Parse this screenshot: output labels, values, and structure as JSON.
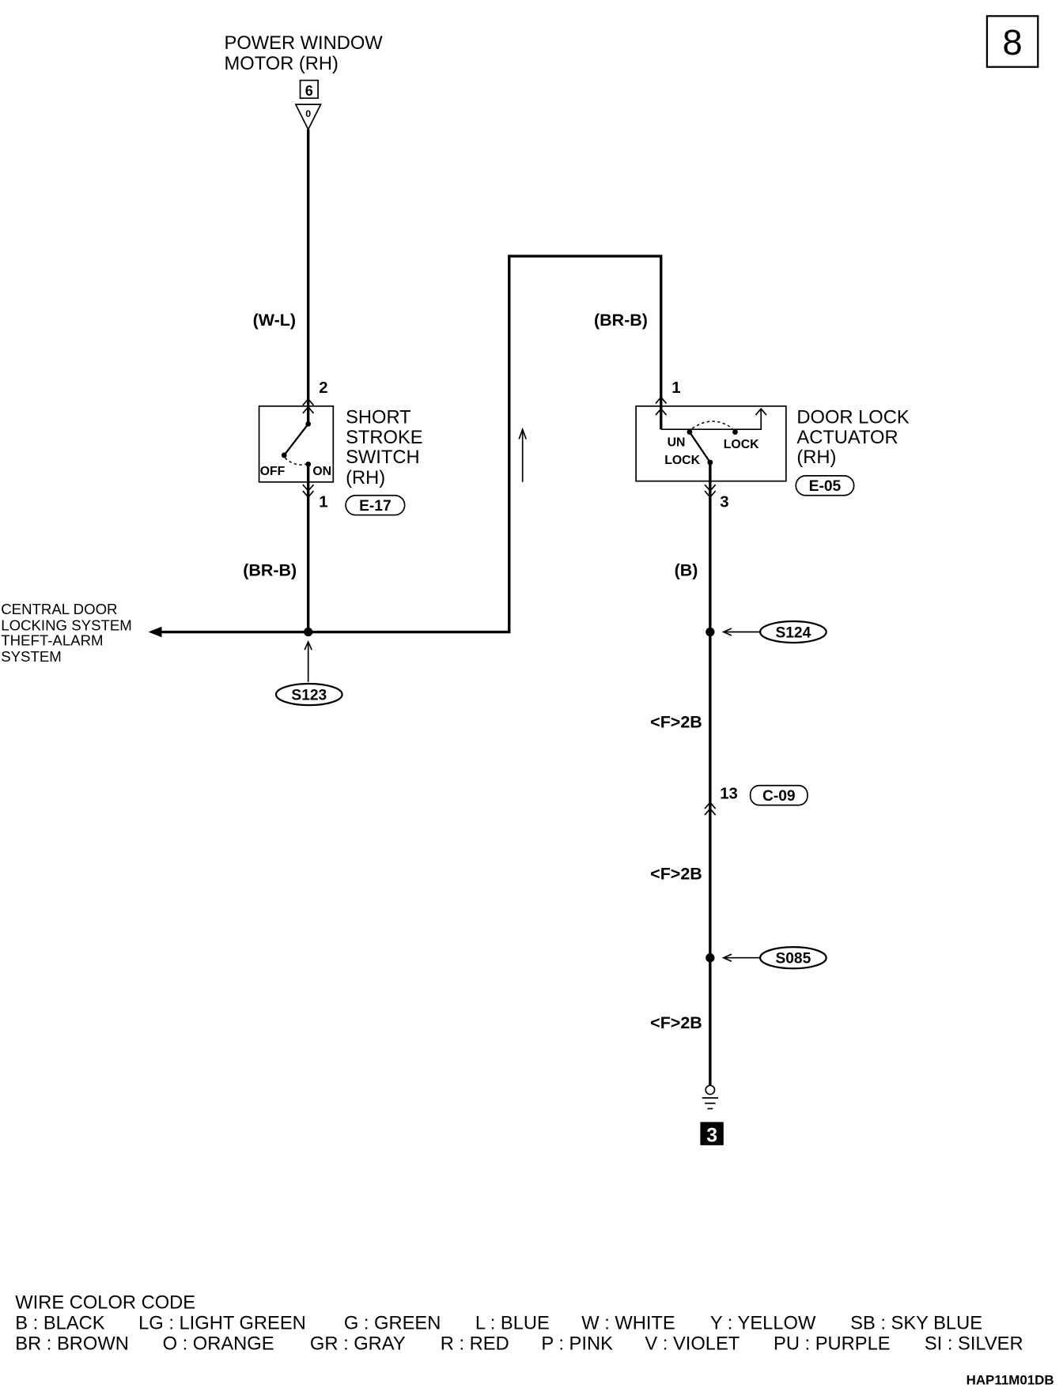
{
  "sheet_number": "8",
  "power_window_motor": {
    "name_lines": [
      "POWER WINDOW",
      "MOTOR (RH)"
    ],
    "connector_number": "6",
    "terminal_mark": "0"
  },
  "short_stroke_switch": {
    "name_lines": [
      "SHORT",
      "STROKE",
      "SWITCH",
      "(RH)"
    ],
    "pin_upper": "2",
    "pin_lower": "1",
    "connector": "E-17",
    "off_label": "OFF",
    "on_label": "ON"
  },
  "door_lock_actuator": {
    "name_lines": [
      "DOOR LOCK",
      "ACTUATOR",
      "(RH)"
    ],
    "pin_upper": "1",
    "pin_lower": "3",
    "connector": "E-05",
    "unlock_label_lines": [
      "UN",
      "LOCK"
    ],
    "lock_label": "LOCK"
  },
  "external_circuit": {
    "name_lines": [
      "CENTRAL DOOR",
      "LOCKING SYSTEM",
      "THEFT-ALARM",
      "SYSTEM"
    ]
  },
  "wire_labels": {
    "motor_to_switch": "(W-L)",
    "switch_to_splice": "(BR-B)",
    "splice_to_actuator": "(BR-B)",
    "actuator_to_ground": "(B)",
    "ground_run_1": "<F>2B",
    "ground_run_2": "<F>2B",
    "ground_run_3": "<F>2B"
  },
  "splices": {
    "switch_junction": "S123",
    "actuator_junction": "S124",
    "ground_junction": "S085"
  },
  "intermediate_connector": {
    "pin": "13",
    "connector": "C-09"
  },
  "ground_point": "3",
  "wire_color_code": {
    "title": "WIRE COLOR CODE",
    "row1": [
      "B : BLACK",
      "LG : LIGHT GREEN",
      "G : GREEN",
      "L : BLUE",
      "W : WHITE",
      "Y : YELLOW",
      "SB : SKY BLUE"
    ],
    "row2": [
      "BR : BROWN",
      "O : ORANGE",
      "GR : GRAY",
      "R : RED",
      "P : PINK",
      "V : VIOLET",
      "PU : PURPLE",
      "SI : SILVER"
    ]
  },
  "diagram_code": "HAP11M01DB",
  "colors": {
    "ink": "#000000",
    "paper": "#ffffff"
  }
}
